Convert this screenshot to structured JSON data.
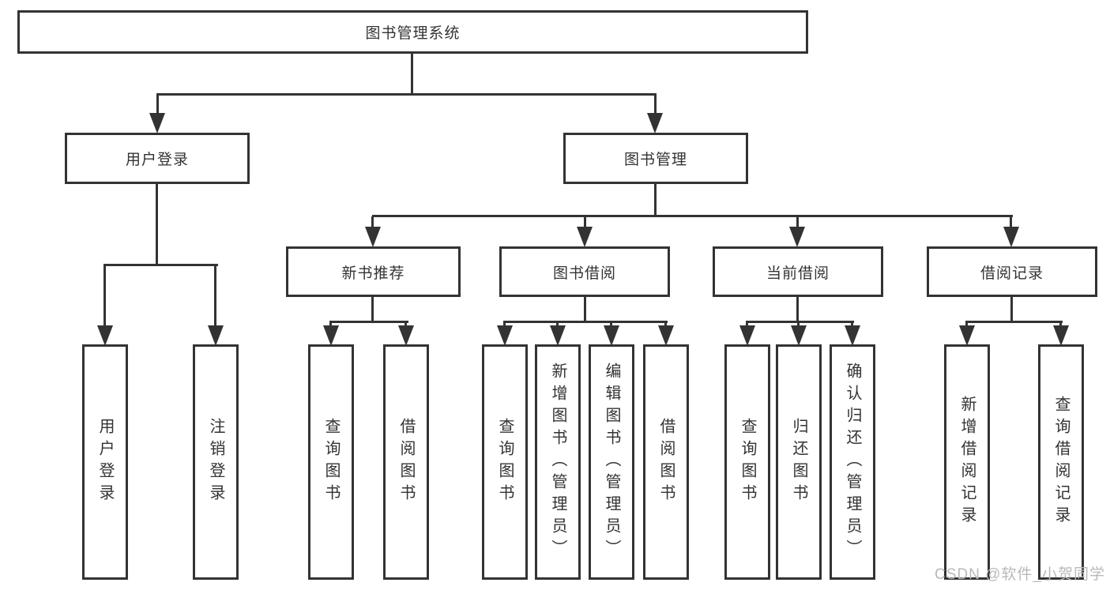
{
  "diagram": {
    "root": {
      "label": "图书管理系统"
    },
    "level2": [
      "用户登录",
      "图书管理"
    ],
    "level3": [
      "新书推荐",
      "图书借阅",
      "当前借阅",
      "借阅记录"
    ],
    "leaves": {
      "user_login": [
        "用户登录",
        "注销登录"
      ],
      "new_book_recommend": [
        "查询图书",
        "借阅图书"
      ],
      "book_borrow": [
        "查询图书",
        "新增图书（管理员）",
        "编辑图书（管理员）",
        "借阅图书"
      ],
      "current_borrow": [
        "查询图书",
        "归还图书",
        "确认归还（管理员）"
      ],
      "borrow_record": [
        "新增借阅记录",
        "查询借阅记录"
      ]
    }
  },
  "watermark": {
    "text": "CSDN @软件_小贺同学"
  },
  "colors": {
    "line": "#333333",
    "box_border": "#333333",
    "box_background": "#ffffff",
    "text": "#333333",
    "watermark": "#b9b9b9",
    "page_background": "#ffffff"
  }
}
